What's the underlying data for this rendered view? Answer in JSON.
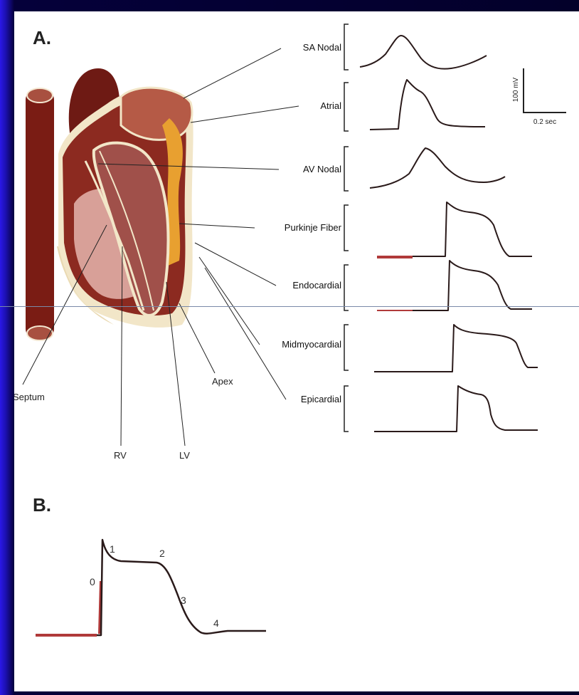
{
  "panel_a": {
    "label": "A.",
    "scale_y": "100 mV",
    "scale_x": "0.2 sec",
    "anatomy": {
      "septum": "Septum",
      "rv": "RV",
      "lv": "LV",
      "apex": "Apex"
    },
    "tracks": [
      {
        "label": "SA Nodal"
      },
      {
        "label": "Atrial"
      },
      {
        "label": "AV Nodal"
      },
      {
        "label": "Purkinje Fiber"
      },
      {
        "label": "Endocardial"
      },
      {
        "label": "Midmyocardial"
      },
      {
        "label": "Epicardial"
      }
    ]
  },
  "panel_b": {
    "label": "B.",
    "phases": [
      "0",
      "1",
      "2",
      "3",
      "4"
    ]
  },
  "colors": {
    "background": "#03002a",
    "accent_blue": "#2a18e8",
    "trace": "#2a1a1a",
    "trace_red": "#b03a3a",
    "heart_dark": "#6e1a14",
    "heart_mid": "#a0504a",
    "heart_light": "#d8a098",
    "conduction": "#e8a030",
    "pericardium": "#f2e6c8"
  }
}
